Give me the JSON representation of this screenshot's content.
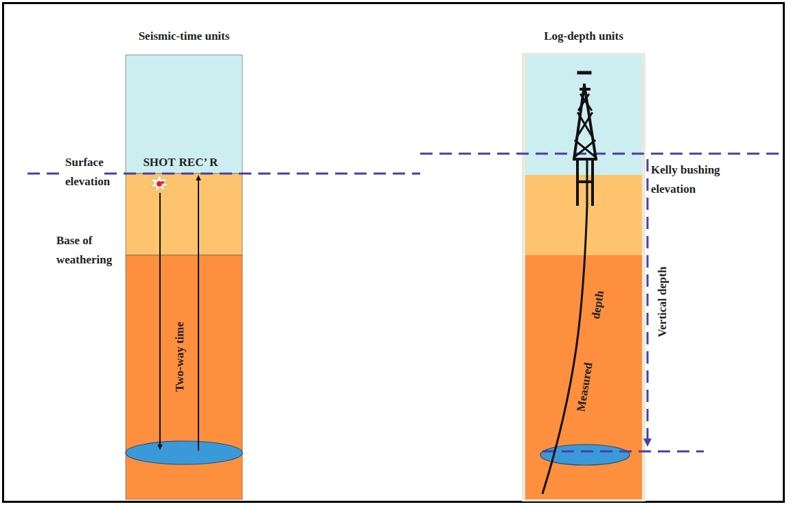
{
  "diagram": {
    "nodes": [
      {
        "text": [
          "Seismic-time units"
        ]
      },
      {
        "text": [
          "Log-depth units"
        ]
      }
    ],
    "labels": [
      "Surface elevation",
      "SHOT",
      "REC’ R",
      "Base of weathering",
      "Two-way time",
      "Kelly bushing elevation",
      "Vertical depth",
      "Measured depth"
    ]
  }
}
